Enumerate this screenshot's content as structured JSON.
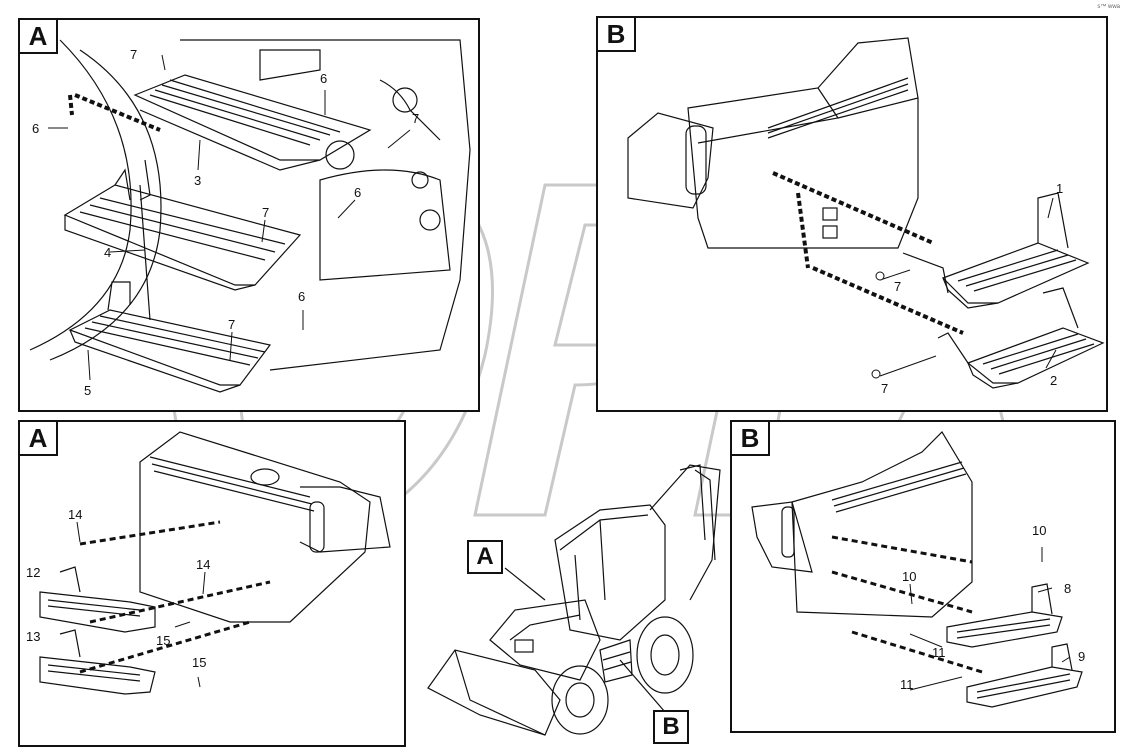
{
  "corner_note": "s™ wwa",
  "watermark_text": "OPEX",
  "panels": [
    {
      "letter": "A",
      "callouts": [
        "7",
        "6",
        "6",
        "7",
        "3",
        "6",
        "7",
        "4",
        "6",
        "7",
        "5"
      ]
    },
    {
      "letter": "B",
      "callouts": [
        "1",
        "7",
        "7",
        "2"
      ]
    },
    {
      "letter": "A",
      "callouts": [
        "14",
        "12",
        "14",
        "13",
        "15",
        "15"
      ]
    },
    {
      "letter": "B",
      "callouts": [
        "10",
        "10",
        "8",
        "11",
        "9",
        "11"
      ]
    }
  ],
  "machine_labels": {
    "a": "A",
    "b": "B"
  }
}
